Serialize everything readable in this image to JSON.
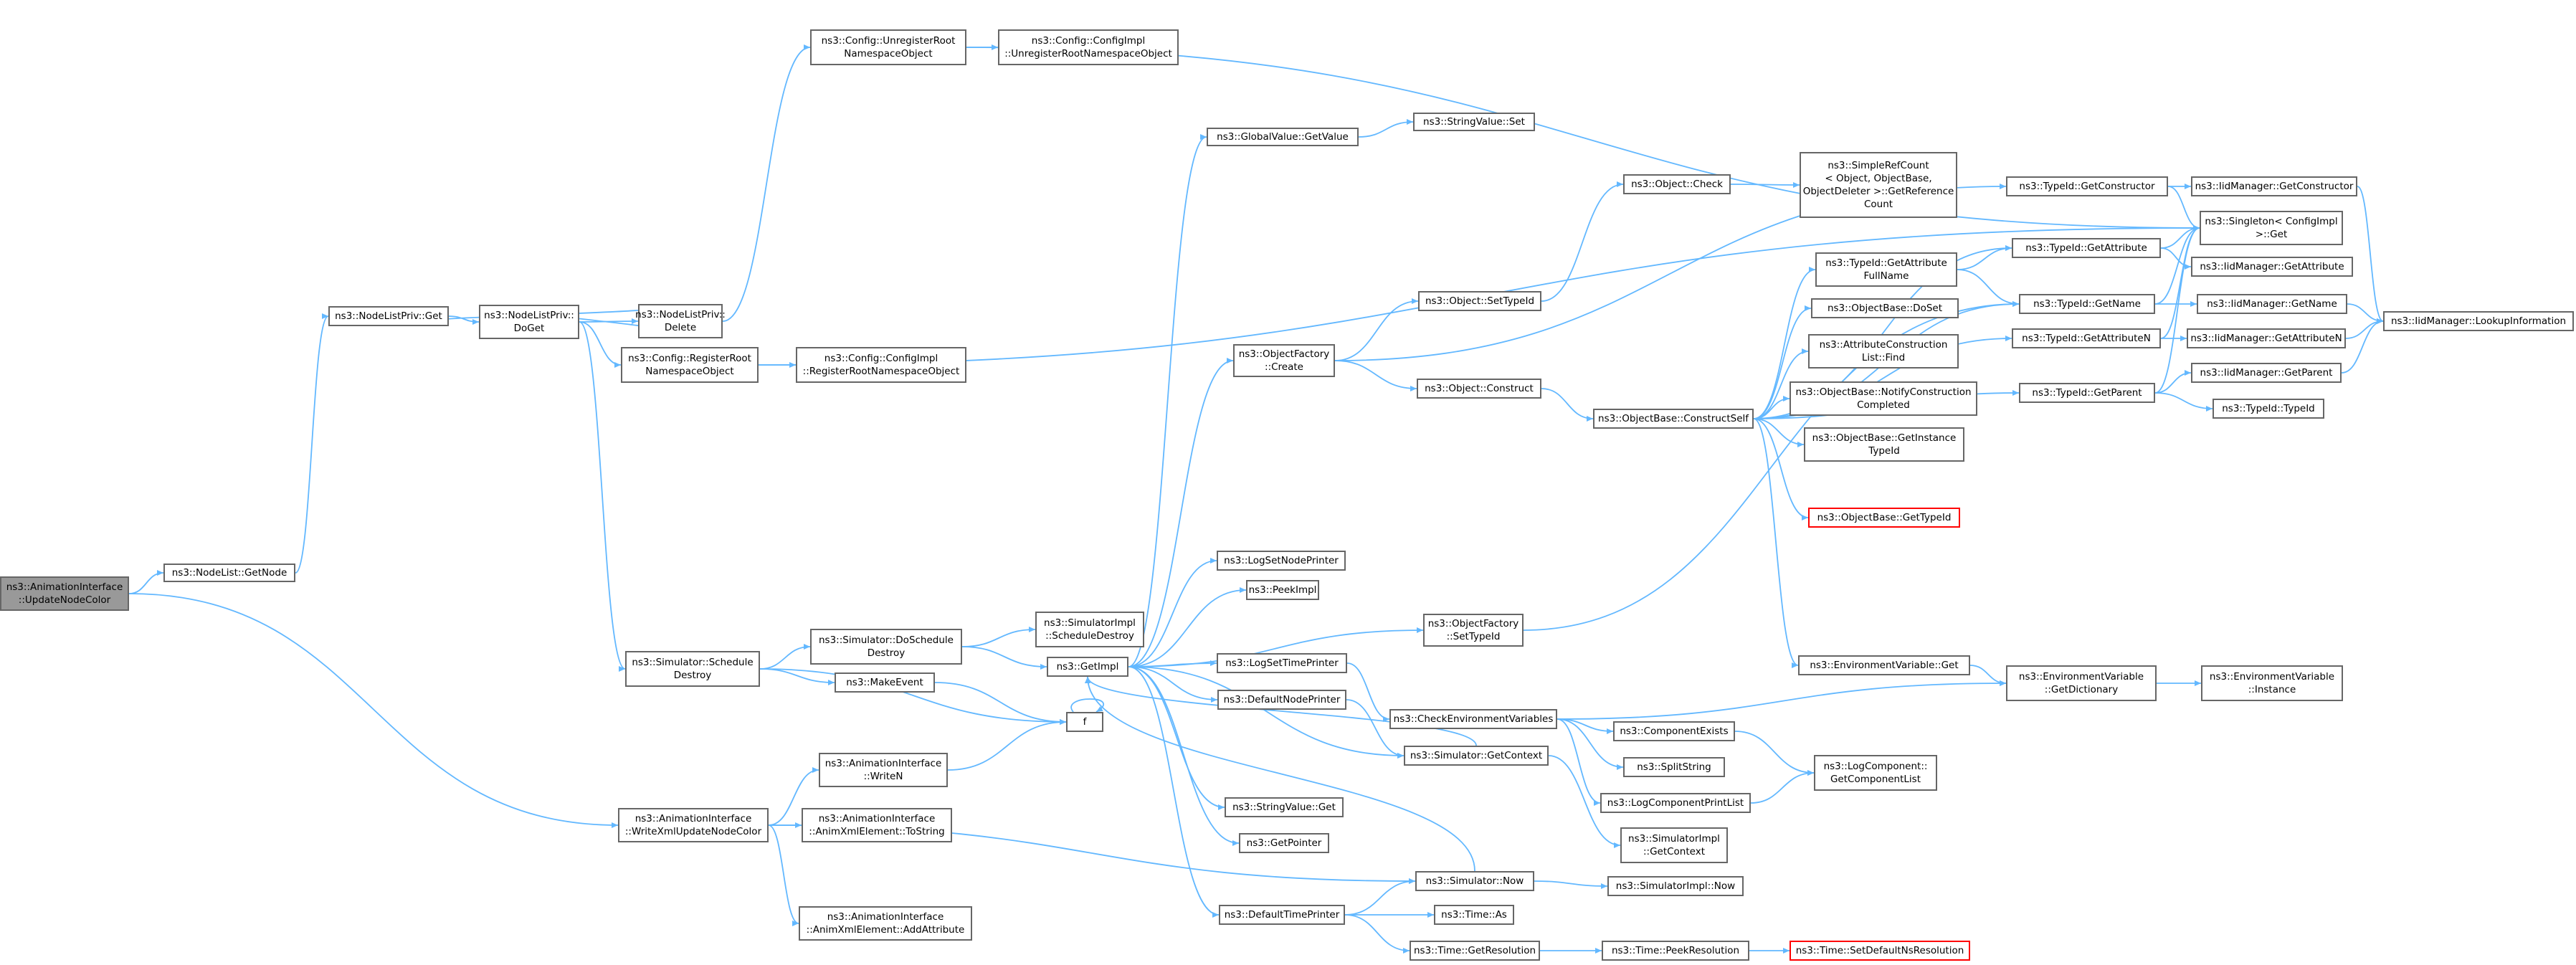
{
  "colors": {
    "edge": "#63b8ff",
    "border": "#666666",
    "root_fill": "#999999",
    "truncated_border": "#ff0000"
  },
  "nodes": [
    {
      "id": "root",
      "lines": [
        "ns3::AnimationInterface",
        "::UpdateNodeColor"
      ]
    },
    {
      "id": "nodelist_getnode",
      "lines": [
        "ns3::NodeList::GetNode"
      ]
    },
    {
      "id": "nodelistpriv_get",
      "lines": [
        "ns3::NodeListPriv::Get"
      ]
    },
    {
      "id": "nodelistpriv_doget",
      "lines": [
        "ns3::NodeListPriv::",
        "DoGet"
      ]
    },
    {
      "id": "nodelistpriv_delete",
      "lines": [
        "ns3::NodeListPriv::",
        "Delete"
      ]
    },
    {
      "id": "config_unregister",
      "lines": [
        "ns3::Config::UnregisterRoot",
        "NamespaceObject"
      ]
    },
    {
      "id": "configimpl_unregister",
      "lines": [
        "ns3::Config::ConfigImpl",
        "::UnregisterRootNamespaceObject"
      ]
    },
    {
      "id": "config_register",
      "lines": [
        "ns3::Config::RegisterRoot",
        "NamespaceObject"
      ]
    },
    {
      "id": "configimpl_register",
      "lines": [
        "ns3::Config::ConfigImpl",
        "::RegisterRootNamespaceObject"
      ]
    },
    {
      "id": "simulator_schedule_destroy",
      "lines": [
        "ns3::Simulator::Schedule",
        "Destroy"
      ]
    },
    {
      "id": "simulator_doschedule_destroy",
      "lines": [
        "ns3::Simulator::DoSchedule",
        "Destroy"
      ]
    },
    {
      "id": "simulatorimpl_schedule_destroy",
      "lines": [
        "ns3::SimulatorImpl",
        "::ScheduleDestroy"
      ]
    },
    {
      "id": "makeevent",
      "lines": [
        "ns3::MakeEvent"
      ]
    },
    {
      "id": "f",
      "lines": [
        "f"
      ]
    },
    {
      "id": "writen",
      "lines": [
        "ns3::AnimationInterface",
        "::WriteN"
      ]
    },
    {
      "id": "writexml_update",
      "lines": [
        "ns3::AnimationInterface",
        "::WriteXmlUpdateNodeColor"
      ]
    },
    {
      "id": "animxml_tostring",
      "lines": [
        "ns3::AnimationInterface",
        "::AnimXmlElement::ToString"
      ]
    },
    {
      "id": "animxml_addattr",
      "lines": [
        "ns3::AnimationInterface",
        "::AnimXmlElement::AddAttribute"
      ]
    },
    {
      "id": "getimpl",
      "lines": [
        "ns3::GetImpl"
      ]
    },
    {
      "id": "globalvalue_getvalue",
      "lines": [
        "ns3::GlobalValue::GetValue"
      ]
    },
    {
      "id": "stringvalue_set",
      "lines": [
        "ns3::StringValue::Set"
      ]
    },
    {
      "id": "objectfactory_create",
      "lines": [
        "ns3::ObjectFactory",
        "::Create"
      ]
    },
    {
      "id": "logsetnodeprinter",
      "lines": [
        "ns3::LogSetNodePrinter"
      ]
    },
    {
      "id": "peekimpl",
      "lines": [
        "ns3::PeekImpl"
      ]
    },
    {
      "id": "objectfactory_settypeid",
      "lines": [
        "ns3::ObjectFactory",
        "::SetTypeId"
      ]
    },
    {
      "id": "logsettimeprinter",
      "lines": [
        "ns3::LogSetTimePrinter"
      ]
    },
    {
      "id": "defaultnodeprinter",
      "lines": [
        "ns3::DefaultNodePrinter"
      ]
    },
    {
      "id": "stringvalue_get",
      "lines": [
        "ns3::StringValue::Get"
      ]
    },
    {
      "id": "getpointer",
      "lines": [
        "ns3::GetPointer"
      ]
    },
    {
      "id": "defaulttimeprinter",
      "lines": [
        "ns3::DefaultTimePrinter"
      ]
    },
    {
      "id": "object_check",
      "lines": [
        "ns3::Object::Check"
      ]
    },
    {
      "id": "simplerefcount",
      "lines": [
        "ns3::SimpleRefCount",
        "< Object, ObjectBase,",
        "ObjectDeleter >::GetReference",
        "Count"
      ]
    },
    {
      "id": "object_settypeid",
      "lines": [
        "ns3::Object::SetTypeId"
      ]
    },
    {
      "id": "object_construct",
      "lines": [
        "ns3::Object::Construct"
      ]
    },
    {
      "id": "objectbase_constructself",
      "lines": [
        "ns3::ObjectBase::ConstructSelf"
      ]
    },
    {
      "id": "checkenvvars",
      "lines": [
        "ns3::CheckEnvironmentVariables"
      ]
    },
    {
      "id": "simulator_getcontext",
      "lines": [
        "ns3::Simulator::GetContext"
      ]
    },
    {
      "id": "simulator_now",
      "lines": [
        "ns3::Simulator::Now"
      ]
    },
    {
      "id": "time_as",
      "lines": [
        "ns3::Time::As"
      ]
    },
    {
      "id": "time_getresolution",
      "lines": [
        "ns3::Time::GetResolution"
      ]
    },
    {
      "id": "typeid_getattr_fullname",
      "lines": [
        "ns3::TypeId::GetAttribute",
        "FullName"
      ]
    },
    {
      "id": "objectbase_doset",
      "lines": [
        "ns3::ObjectBase::DoSet"
      ]
    },
    {
      "id": "attrconstruction_find",
      "lines": [
        "ns3::AttributeConstruction",
        "List::Find"
      ]
    },
    {
      "id": "objectbase_notify",
      "lines": [
        "ns3::ObjectBase::NotifyConstruction",
        "Completed"
      ]
    },
    {
      "id": "objectbase_getinstance",
      "lines": [
        "ns3::ObjectBase::GetInstance",
        "TypeId"
      ]
    },
    {
      "id": "objectbase_gettypeid",
      "lines": [
        "ns3::ObjectBase::GetTypeId"
      ]
    },
    {
      "id": "envvar_get",
      "lines": [
        "ns3::EnvironmentVariable::Get"
      ]
    },
    {
      "id": "componentexists",
      "lines": [
        "ns3::ComponentExists"
      ]
    },
    {
      "id": "splitstring",
      "lines": [
        "ns3::SplitString"
      ]
    },
    {
      "id": "logcomponentprintlist",
      "lines": [
        "ns3::LogComponentPrintList"
      ]
    },
    {
      "id": "simulatorimpl_getcontext",
      "lines": [
        "ns3::SimulatorImpl",
        "::GetContext"
      ]
    },
    {
      "id": "simulatorimpl_now",
      "lines": [
        "ns3::SimulatorImpl::Now"
      ]
    },
    {
      "id": "time_peekresolution",
      "lines": [
        "ns3::Time::PeekResolution"
      ]
    },
    {
      "id": "time_setdefaultns",
      "lines": [
        "ns3::Time::SetDefaultNsResolution"
      ]
    },
    {
      "id": "typeid_getconstructor",
      "lines": [
        "ns3::TypeId::GetConstructor"
      ]
    },
    {
      "id": "typeid_getattribute",
      "lines": [
        "ns3::TypeId::GetAttribute"
      ]
    },
    {
      "id": "typeid_getname",
      "lines": [
        "ns3::TypeId::GetName"
      ]
    },
    {
      "id": "typeid_getattributen",
      "lines": [
        "ns3::TypeId::GetAttributeN"
      ]
    },
    {
      "id": "typeid_getparent",
      "lines": [
        "ns3::TypeId::GetParent"
      ]
    },
    {
      "id": "envvar_getdictionary",
      "lines": [
        "ns3::EnvironmentVariable",
        "::GetDictionary"
      ]
    },
    {
      "id": "logcomponent_getlist",
      "lines": [
        "ns3::LogComponent::",
        "GetComponentList"
      ]
    },
    {
      "id": "iidmanager_getconstructor",
      "lines": [
        "ns3::IidManager::GetConstructor"
      ]
    },
    {
      "id": "singleton_get",
      "lines": [
        "ns3::Singleton< ConfigImpl",
        ">::Get"
      ]
    },
    {
      "id": "iidmanager_getattribute",
      "lines": [
        "ns3::IidManager::GetAttribute"
      ]
    },
    {
      "id": "iidmanager_getname",
      "lines": [
        "ns3::IidManager::GetName"
      ]
    },
    {
      "id": "iidmanager_getattributen",
      "lines": [
        "ns3::IidManager::GetAttributeN"
      ]
    },
    {
      "id": "iidmanager_getparent",
      "lines": [
        "ns3::IidManager::GetParent"
      ]
    },
    {
      "id": "typeid_typeid",
      "lines": [
        "ns3::TypeId::TypeId"
      ]
    },
    {
      "id": "envvar_instance",
      "lines": [
        "ns3::EnvironmentVariable",
        "::Instance"
      ]
    },
    {
      "id": "iidmanager_lookup",
      "lines": [
        "ns3::IidManager::LookupInformation"
      ]
    }
  ]
}
